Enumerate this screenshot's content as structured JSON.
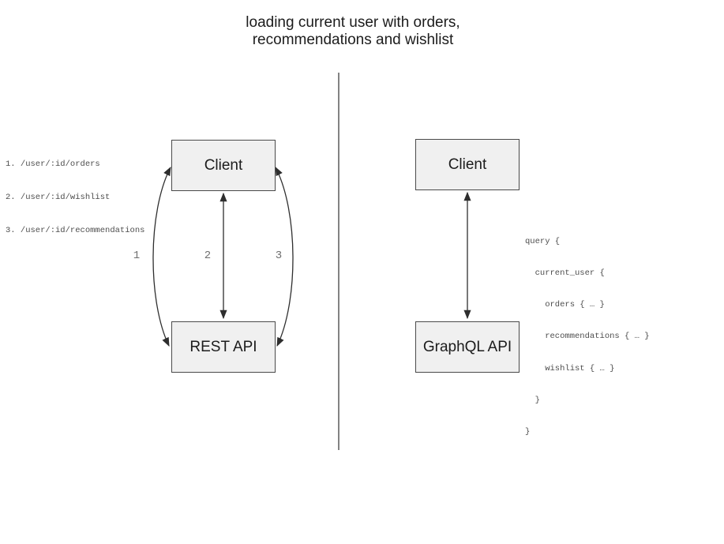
{
  "title": "loading current user with orders,\nrecommendations and wishlist",
  "colors": {
    "box_fill": "#f0f0f0",
    "box_border": "#4a4a4a",
    "arrow_line": "#2e2e2e",
    "divider": "#5a5a5a",
    "muted_text": "#6f6f6f",
    "code_text": "#4d4d4d"
  },
  "rest_side": {
    "client_label": "Client",
    "api_label": "REST API",
    "endpoints": [
      "1. /user/:id/orders",
      "2. /user/:id/wishlist",
      "3. /user/:id/recommendations"
    ],
    "arrow_labels": [
      "1",
      "2",
      "3"
    ]
  },
  "graphql_side": {
    "client_label": "Client",
    "api_label": "GraphQL API",
    "query_lines": [
      "query {",
      "  current_user {",
      "    orders { … }",
      "    recommendations { … }",
      "    wishlist { … }",
      "  }",
      "}"
    ]
  }
}
